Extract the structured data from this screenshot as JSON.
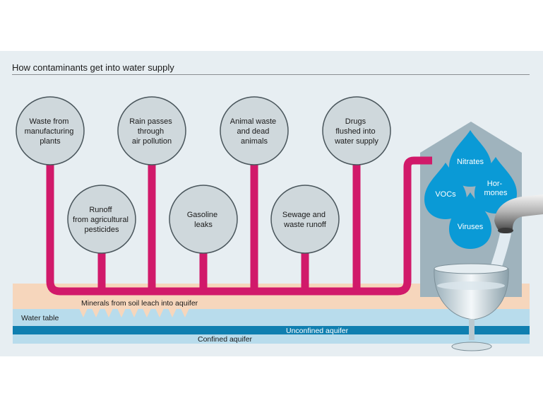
{
  "title": "How contaminants get into water supply",
  "sources": [
    {
      "lines": [
        "Waste from",
        "manufacturing",
        "plants"
      ]
    },
    {
      "lines": [
        "Runoff",
        "from agricultural",
        "pesticides"
      ]
    },
    {
      "lines": [
        "Rain passes",
        "through",
        "air pollution"
      ]
    },
    {
      "lines": [
        "Gasoline",
        "leaks"
      ]
    },
    {
      "lines": [
        "Animal waste",
        "and dead",
        "animals"
      ]
    },
    {
      "lines": [
        "Sewage and",
        "waste runoff"
      ]
    },
    {
      "lines": [
        "Drugs",
        "flushed into",
        "water supply"
      ]
    }
  ],
  "contaminants": [
    {
      "lines": [
        "Nitrates"
      ]
    },
    {
      "lines": [
        "VOCs"
      ]
    },
    {
      "lines": [
        "Hor-",
        "mones"
      ]
    },
    {
      "lines": [
        "Viruses"
      ]
    }
  ],
  "layers": {
    "minerals": "Minerals from soil leach into aquifer",
    "water_table": "Water table",
    "unconfined": "Unconfined aquifer",
    "confined": "Confined aquifer"
  },
  "colors": {
    "pipe": "#d1196a",
    "circle_fill": "#cfd8dc",
    "circle_stroke": "#4a565c",
    "drop": "#0a9ad6",
    "house": "#9fb3bd",
    "soil": "#f6d6bc",
    "water_table": "#b8dcec",
    "unconfined": "#0f7fb0",
    "confined": "#b8dcec"
  }
}
